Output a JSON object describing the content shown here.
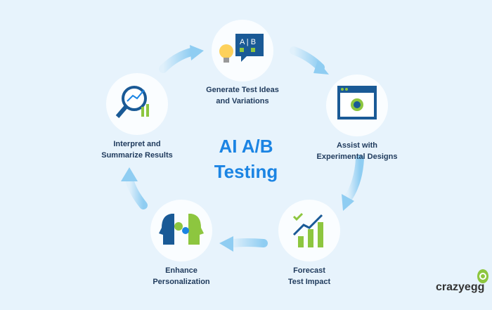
{
  "title": {
    "line1": "AI A/B",
    "line2": "Testing"
  },
  "steps": [
    {
      "label1": "Generate Test Ideas",
      "label2": "and Variations",
      "icon": "ab-lightbulb-icon"
    },
    {
      "label1": "Assist with",
      "label2": "Experimental Designs",
      "icon": "browser-gear-icon"
    },
    {
      "label1": "Forecast",
      "label2": "Test Impact",
      "icon": "growth-chart-icon"
    },
    {
      "label1": "Enhance",
      "label2": "Personalization",
      "icon": "heads-gears-icon"
    },
    {
      "label1": "Interpret and",
      "label2": "Summarize Results",
      "icon": "magnifier-chart-icon"
    }
  ],
  "logo": "crazyegg",
  "colors": {
    "accent": "#1b84e3",
    "navy": "#1a5a96",
    "green": "#8dc63f",
    "bg": "#e7f3fc"
  }
}
